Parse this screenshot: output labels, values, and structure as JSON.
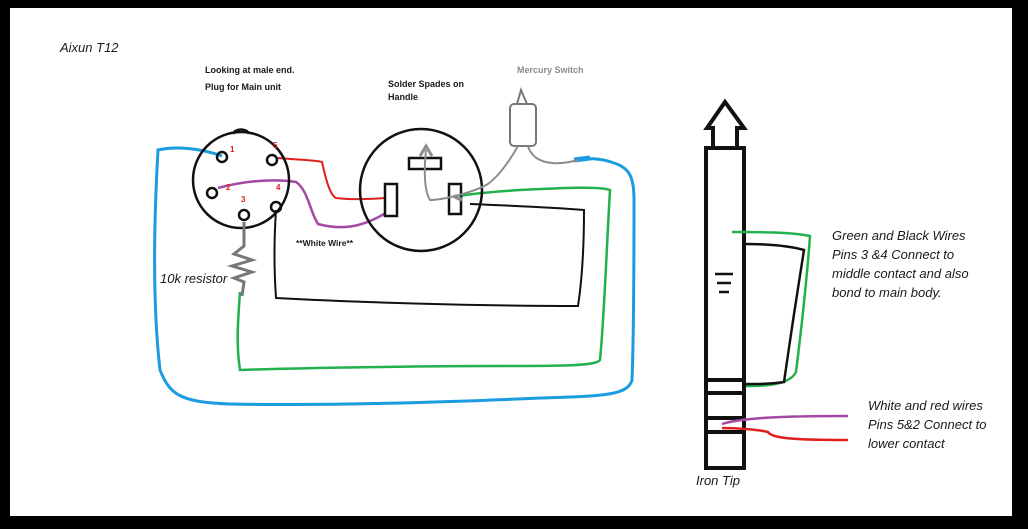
{
  "diagram": {
    "title": "Aixun T12",
    "plug_caption_line1": "Looking at male end.",
    "plug_caption_line2": "Plug for Main unit",
    "spades_caption_line1": "Solder Spades on",
    "spades_caption_line2": "Handle",
    "mercury_switch_label": "Mercury Switch",
    "pin_numbers": [
      "1",
      "5",
      "2",
      "3",
      "4"
    ],
    "white_wire_label": "**White Wire**",
    "resistor_label": "10k resistor",
    "iron_tip_label": "Iron Tip",
    "green_black_note": [
      "Green and Black Wires",
      "Pins 3 &4 Connect to",
      "middle contact and also",
      "bond to main body."
    ],
    "white_red_note": [
      "White and red wires",
      "Pins 5&2 Connect to",
      "lower contact"
    ],
    "colors": {
      "background": "#ffffff",
      "frame": "#000000",
      "blue_wire": "#1b9be0",
      "green_wire": "#22b14c",
      "red_wire": "#e02020",
      "purple_wire": "#a349a4",
      "black_wire": "#111111",
      "gray_wire": "#8c8c8c",
      "pin_number_color": "#e02020"
    }
  }
}
